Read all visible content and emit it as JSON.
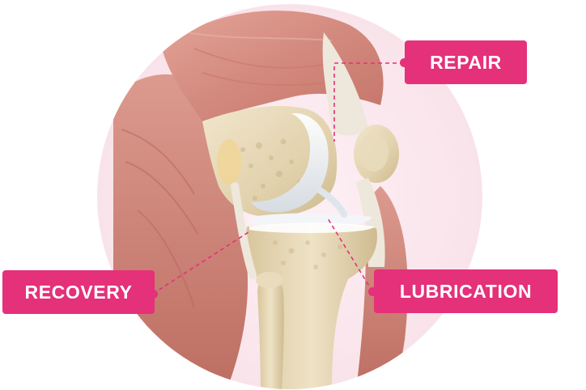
{
  "labels": {
    "repair": "REPAIR",
    "recovery": "RECOVERY",
    "lubrication": "LUBRICATION"
  },
  "colors": {
    "accent": "#e5307a",
    "background_circle": "#fbe9ef",
    "muscle": "#d9958a",
    "bone": "#e8dcc0",
    "cartilage": "#eef2f6"
  }
}
